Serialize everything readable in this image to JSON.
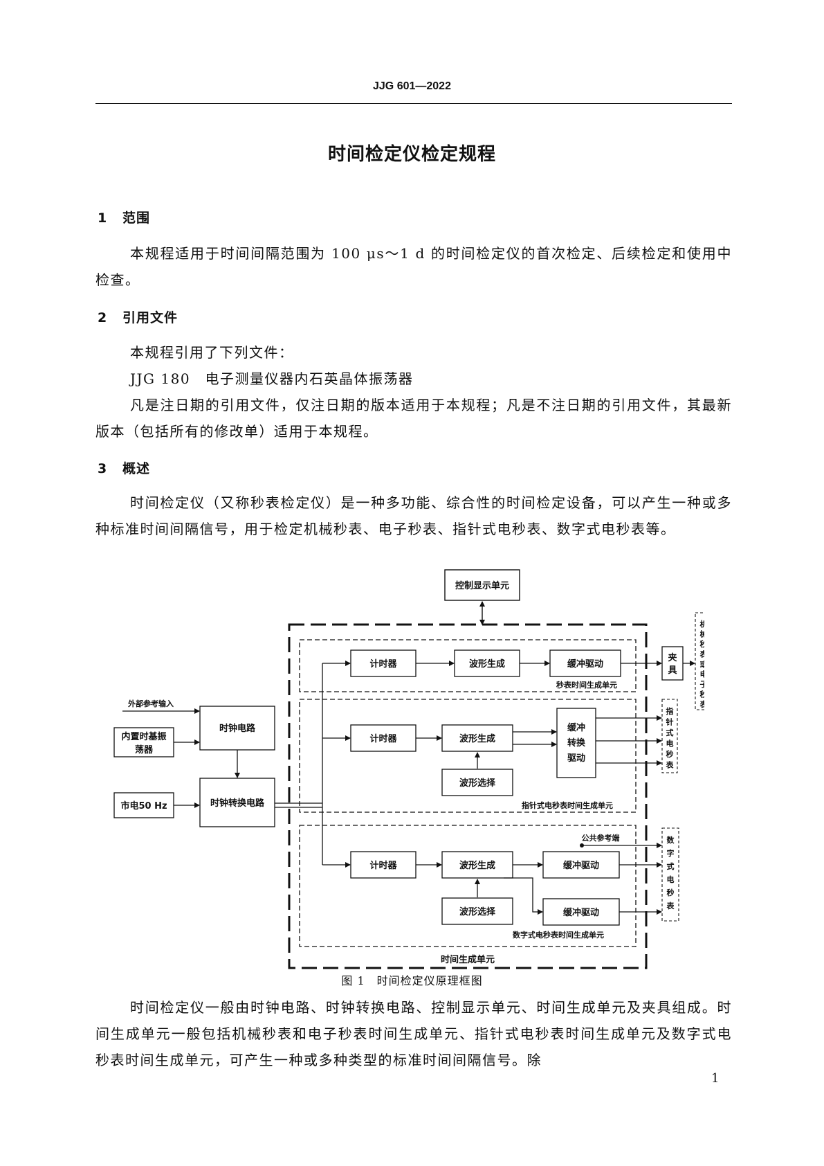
{
  "header": "JJG 601—2022",
  "title": "时间检定仪检定规程",
  "sections": [
    {
      "num": "1",
      "title": "范围"
    },
    {
      "num": "2",
      "title": "引用文件"
    },
    {
      "num": "3",
      "title": "概述"
    }
  ],
  "paragraphs": {
    "scope": "本规程适用于时间间隔范围为 100 μs～1 d 的时间检定仪的首次检定、后续检定和使用中检查。",
    "ref_intro": "本规程引用了下列文件：",
    "ref_doc": "JJG 180　电子测量仪器内石英晶体振荡器",
    "ref_note": "凡是注日期的引用文件，仅注日期的版本适用于本规程；凡是不注日期的引用文件，其最新版本（包括所有的修改单）适用于本规程。",
    "overview": "时间检定仪（又称秒表检定仪）是一种多功能、综合性的时间检定设备，可以产生一种或多种标准时间间隔信号，用于检定机械秒表、电子秒表、指针式电秒表、数字式电秒表等。",
    "composition": "时间检定仪一般由时钟电路、时钟转换电路、控制显示单元、时间生成单元及夹具组成。时间生成单元一般包括机械秒表和电子秒表时间生成单元、指针式电秒表时间生成单元及数字式电秒表时间生成单元，可产生一种或多种类型的标准时间间隔信号。除"
  },
  "figure": {
    "caption": "图 1　时间检定仪原理框图",
    "labels": {
      "control_display": "控制显示单元",
      "external_ref": "外部参考输入",
      "internal_osc": [
        "内置时基振",
        "荡器"
      ],
      "clock_circuit": "时钟电路",
      "mains": "市电50 Hz",
      "clock_convert": "时钟转换电路",
      "timer": "计时器",
      "waveform_gen": "波形生成",
      "buffer_drive": "缓冲驱动",
      "buffer_convert_drive": [
        "缓冲",
        "转换",
        "驱动"
      ],
      "waveform_select": "波形选择",
      "fixture": [
        "夹",
        "具"
      ],
      "unit1": "秒表时间生成单元",
      "unit2": "指针式电秒表时间生成单元",
      "unit3": "数字式电秒表时间生成单元",
      "time_gen_unit": "时间生成单元",
      "common_ref": "公共参考端",
      "out1": [
        "机",
        "械",
        "秒",
        "表",
        "或",
        "电",
        "子",
        "秒",
        "表"
      ],
      "out2": [
        "指",
        "针",
        "式",
        "电",
        "秒",
        "表"
      ],
      "out3": [
        "数",
        "字",
        "式",
        "电",
        "秒",
        "表"
      ]
    }
  },
  "page_number": "1"
}
